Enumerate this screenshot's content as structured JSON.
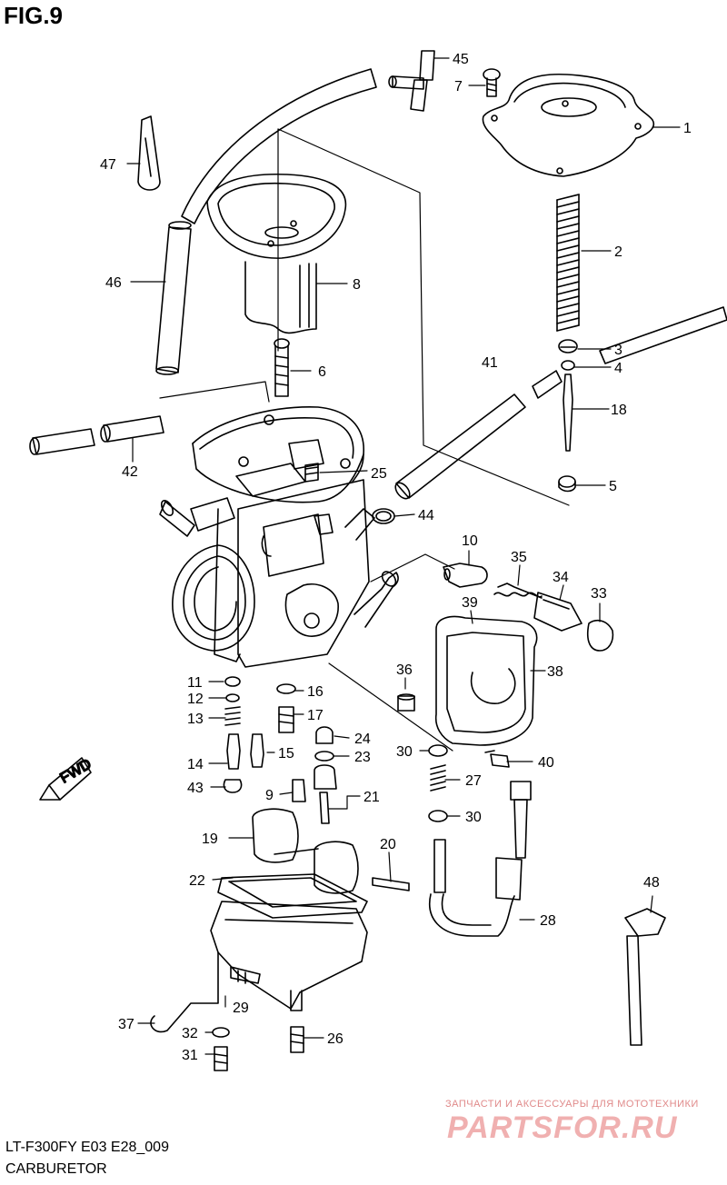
{
  "figure": {
    "title": "FIG.9",
    "model_code": "LT-F300FY  E03  E28_009",
    "section_name": "CARBURETOR",
    "direction_marker": "FWD"
  },
  "watermark": {
    "tagline": "ЗАПЧАСТИ И АКСЕССУАРЫ ДЛЯ МОТОТЕХНИКИ",
    "logo_text": "PARTSFOR.RU",
    "color": "#f0b0b0"
  },
  "part_numbers": [
    "1",
    "2",
    "3",
    "4",
    "5",
    "6",
    "7",
    "8",
    "9",
    "10",
    "11",
    "12",
    "13",
    "14",
    "15",
    "16",
    "17",
    "18",
    "19",
    "20",
    "21",
    "22",
    "23",
    "24",
    "25",
    "26",
    "27",
    "28",
    "29",
    "30",
    "30",
    "31",
    "32",
    "33",
    "34",
    "35",
    "36",
    "37",
    "38",
    "39",
    "40",
    "41",
    "42",
    "43",
    "44",
    "45",
    "46",
    "47",
    "48"
  ]
}
